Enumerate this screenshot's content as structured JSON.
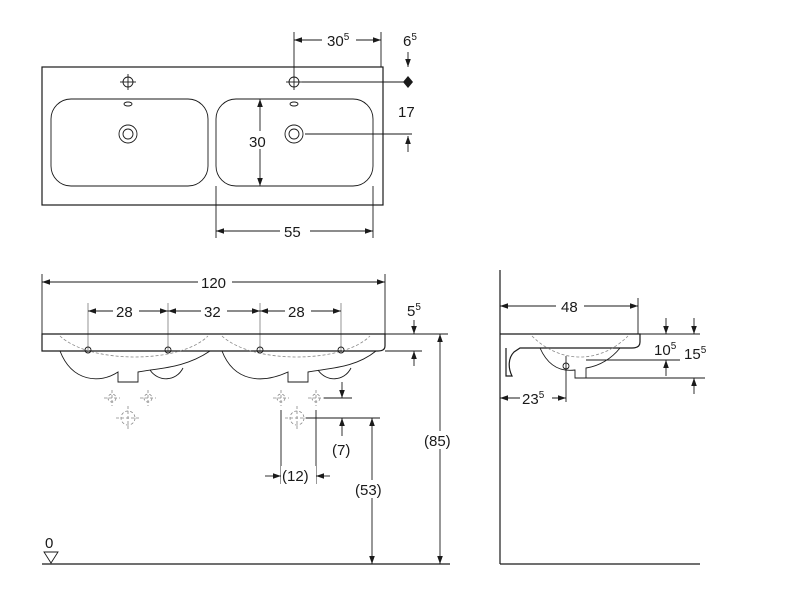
{
  "top_view": {
    "dim_tap_spacing": {
      "main": "30",
      "sup": "5"
    },
    "dim_edge_offset": {
      "main": "6",
      "sup": "5"
    },
    "dim_tap_to_waste": "17",
    "dim_bowl_depth": "30",
    "dim_bowl_width": "55"
  },
  "front_view": {
    "dim_overall_width": "120",
    "dim_spacing_left": "28",
    "dim_spacing_center": "32",
    "dim_spacing_right": "28",
    "dim_rim_thickness": {
      "main": "5",
      "sup": "5"
    },
    "dim_trap_offset": "(7)",
    "dim_trap_horizontal": "(12)",
    "dim_trap_height": "(53)",
    "dim_mount_height": "(85)",
    "floor_label": "0"
  },
  "side_view": {
    "dim_projection": "48",
    "dim_rim_drop": {
      "main": "10",
      "sup": "5"
    },
    "dim_total_drop": {
      "main": "15",
      "sup": "5"
    },
    "dim_waste_offset": {
      "main": "23",
      "sup": "5"
    }
  }
}
